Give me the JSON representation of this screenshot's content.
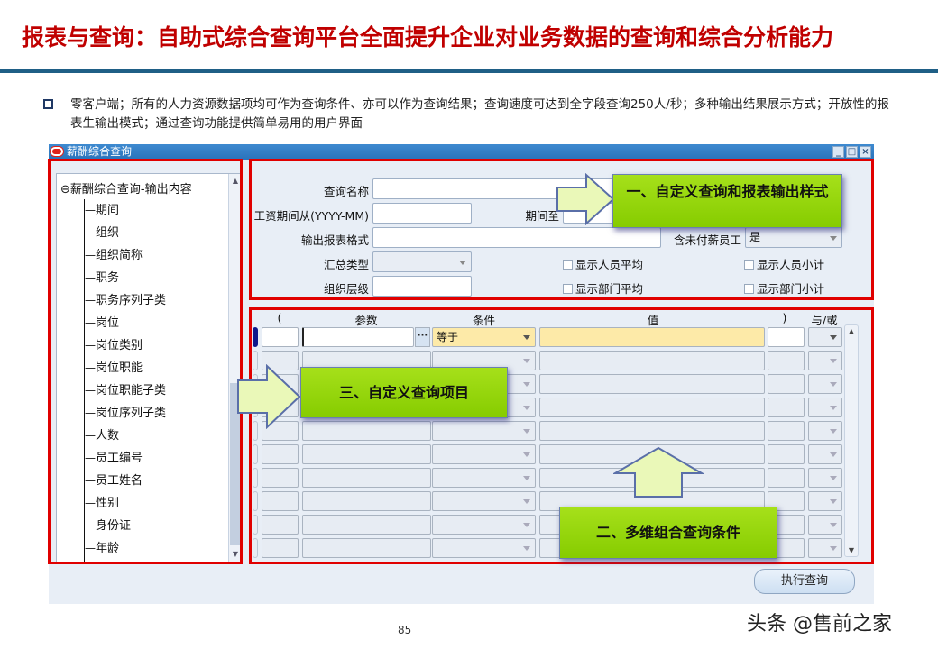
{
  "slide": {
    "title": "报表与查询：自助式综合查询平台全面提升企业对业务数据的查询和综合分析能力",
    "bullet_text": "零客户端；所有的人力资源数据项均可作为查询条件、亦可以作为查询结果；查询速度可达到全字段查询250人/秒；多种输出结果展示方式；开放性的报表生输出模式；通过查询功能提供简单易用的用户界面",
    "page_number": "85",
    "watermark": "头条 @售前之家"
  },
  "window": {
    "title": "薪酬综合查询",
    "buttons": {
      "minimize": "_",
      "maximize": "□",
      "close": "×"
    }
  },
  "tree": {
    "root": "薪酬综合查询-输出内容",
    "items": [
      "期间",
      "组织",
      "组织简称",
      "职务",
      "职务序列子类",
      "岗位",
      "岗位类别",
      "岗位职能",
      "岗位职能子类",
      "岗位序列子类",
      "人数",
      "员工编号",
      "员工姓名",
      "性别",
      "身份证",
      "年龄"
    ]
  },
  "form": {
    "query_name_label": "查询名称",
    "query_name_value": "",
    "period_from_label": "工资期间从(YYYY-MM)",
    "period_from_value": "",
    "period_to_label": "期间至",
    "period_to_value": "",
    "output_format_label": "输出报表格式",
    "output_format_value": "",
    "include_unpaid_label": "含未付薪员工",
    "include_unpaid_value": "是",
    "summary_type_label": "汇总类型",
    "summary_type_value": "",
    "org_level_label": "组织层级",
    "org_level_value": "",
    "checkboxes": {
      "show_person_avg": "显示人员平均",
      "show_person_subtotal": "显示人员小计",
      "show_dept_avg": "显示部门平均",
      "show_dept_subtotal": "显示部门小计"
    }
  },
  "grid": {
    "headers": {
      "open_paren": "(",
      "param": "参数",
      "condition": "条件",
      "value": "值",
      "close_paren": ")",
      "and_or": "与/或"
    },
    "first_row": {
      "open_paren": "",
      "param": "",
      "condition": "等于",
      "value": "",
      "close_paren": "",
      "and_or": ""
    },
    "row_count": 10,
    "ellipsis": "···"
  },
  "run_button": "执行查询",
  "callouts": {
    "one": "一、自定义查询和报表输出样式",
    "two": "二、多维组合查询条件",
    "three": "三、自定义查询项目"
  },
  "colors": {
    "title_red": "#c00000",
    "rule_blue": "#1f5f86",
    "window_titlebar": "#2a73bb",
    "highlight_box": "#e00000",
    "callout_green": "#8fd400",
    "active_cell_yellow": "#fdeaa8"
  }
}
